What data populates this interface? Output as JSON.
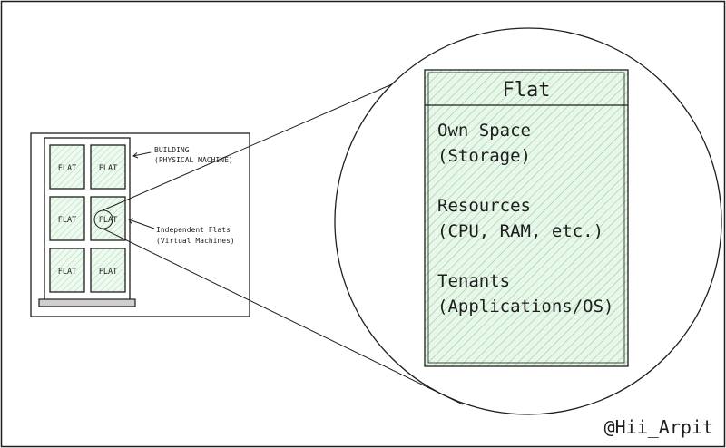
{
  "building": {
    "label_line1": "BUILDING",
    "label_line2": "(PHYSICAL MACHINE)",
    "flats": [
      "FLAT",
      "FLAT",
      "FLAT",
      "FLAT",
      "FLAT",
      "FLAT"
    ],
    "annotation_line1": "Independent Flats",
    "annotation_line2": "(Virtual Machines)"
  },
  "zoom_card": {
    "title": "Flat",
    "items": [
      {
        "line1": "Own Space",
        "line2": "(Storage)"
      },
      {
        "line1": "Resources",
        "line2": "(CPU, RAM, etc.)"
      },
      {
        "line1": "Tenants",
        "line2": "(Applications/OS)"
      }
    ]
  },
  "watermark": "@Hii_Arpit",
  "colors": {
    "stroke": "#1e1e1e",
    "card_fill": "#d9f2dc",
    "hatch": "#8fd19a",
    "window_fill": "#e3f5e5"
  }
}
